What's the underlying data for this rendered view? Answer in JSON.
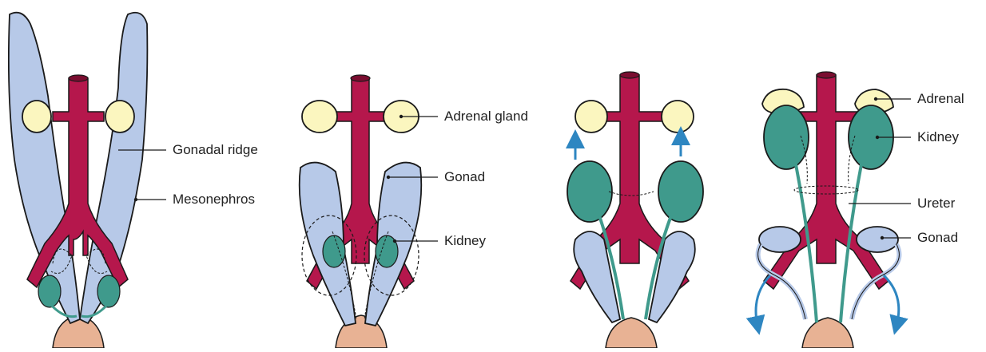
{
  "panels": [
    {
      "labels": [
        "Gonadal ridge",
        "Mesonephros"
      ]
    },
    {
      "labels": [
        "Adrenal gland",
        "Gonad",
        "Kidney"
      ]
    },
    {
      "labels": []
    },
    {
      "labels": [
        "Adrenal",
        "Kidney",
        "Ureter",
        "Gonad"
      ]
    }
  ],
  "colors": {
    "artery": "#b5174c",
    "arteryDark": "#7a0d30",
    "adrenal": "#fbf6bf",
    "mesonephros": "#b7c9e8",
    "kidney": "#3f9a8c",
    "kidneyLight": "#8bcabf",
    "bladder": "#e8b294",
    "arrow": "#2e86c1",
    "outline": "#1a1a1a"
  }
}
